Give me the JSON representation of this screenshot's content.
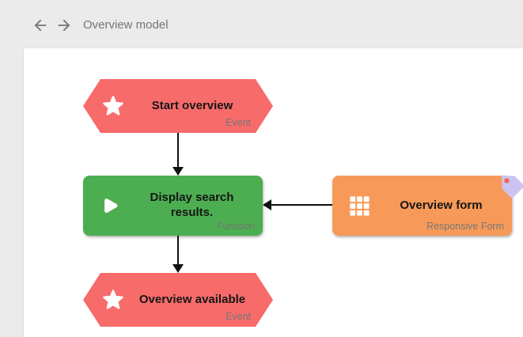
{
  "header": {
    "title": "Overview model",
    "back_icon": "arrow-left",
    "forward_icon": "arrow-right"
  },
  "colors": {
    "page_background": "#ebebeb",
    "canvas_background": "#ffffff",
    "event_node": "#f76b6b",
    "function_node": "#4cae50",
    "form_node": "#f79a59",
    "tag_badge": "#cbc4f0",
    "tag_badge_dot": "#ef6a4e",
    "node_title_text": "#161616",
    "type_label_text": "#757575",
    "header_text": "#757575",
    "edge": "#111111"
  },
  "nodes": [
    {
      "id": "start-overview",
      "title": "Start overview",
      "type_label": "Event",
      "shape": "hexagon",
      "icon": "star-icon"
    },
    {
      "id": "display-search-results",
      "title": "Display search results.",
      "type_label": "Function",
      "shape": "rounded-rect",
      "icon": "play-icon"
    },
    {
      "id": "overview-form",
      "title": "Overview form",
      "type_label": "Responsive Form",
      "shape": "rounded-rect",
      "icon": "grid-icon",
      "badge": "tag-icon"
    },
    {
      "id": "overview-available",
      "title": "Overview available",
      "type_label": "Event",
      "shape": "hexagon",
      "icon": "star-icon"
    }
  ],
  "edges": [
    {
      "from": "start-overview",
      "to": "display-search-results",
      "direction": "down"
    },
    {
      "from": "display-search-results",
      "to": "overview-available",
      "direction": "down"
    },
    {
      "from": "overview-form",
      "to": "display-search-results",
      "direction": "left"
    }
  ]
}
